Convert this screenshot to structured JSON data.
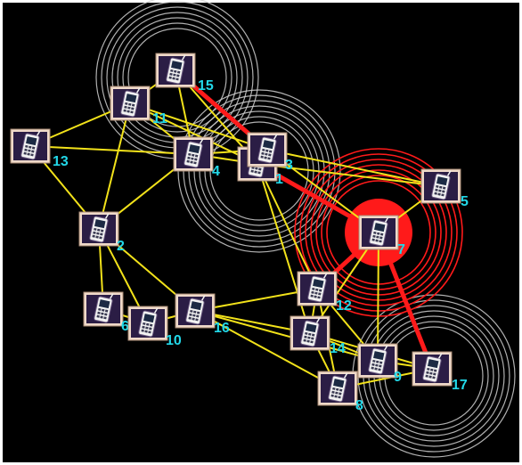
{
  "diagram": {
    "background": "#000000",
    "frame_color": "#ffffff",
    "edge_color": "#f2e21a",
    "highlight_color": "#ff1a1a",
    "label_color": "#22d8e8",
    "phone_icon": "mobile-phone-icon",
    "nodes": [
      {
        "id": "1",
        "label": "1"
      },
      {
        "id": "2",
        "label": "2"
      },
      {
        "id": "3",
        "label": "3"
      },
      {
        "id": "4",
        "label": "4"
      },
      {
        "id": "5",
        "label": "5"
      },
      {
        "id": "6",
        "label": "6"
      },
      {
        "id": "7",
        "label": "7"
      },
      {
        "id": "8",
        "label": "8"
      },
      {
        "id": "9",
        "label": "9"
      },
      {
        "id": "10",
        "label": "10"
      },
      {
        "id": "11",
        "label": "11"
      },
      {
        "id": "12",
        "label": "12"
      },
      {
        "id": "13",
        "label": "13"
      },
      {
        "id": "14",
        "label": "14"
      },
      {
        "id": "15",
        "label": "15"
      },
      {
        "id": "16",
        "label": "16"
      },
      {
        "id": "17",
        "label": "17"
      }
    ],
    "edges": [
      [
        "15",
        "11"
      ],
      [
        "15",
        "4"
      ],
      [
        "15",
        "3"
      ],
      [
        "15",
        "1"
      ],
      [
        "11",
        "13"
      ],
      [
        "11",
        "4"
      ],
      [
        "11",
        "3"
      ],
      [
        "11",
        "1"
      ],
      [
        "11",
        "2"
      ],
      [
        "13",
        "4"
      ],
      [
        "13",
        "2"
      ],
      [
        "4",
        "3"
      ],
      [
        "4",
        "1"
      ],
      [
        "4",
        "2"
      ],
      [
        "3",
        "1"
      ],
      [
        "3",
        "5"
      ],
      [
        "3",
        "7"
      ],
      [
        "1",
        "5"
      ],
      [
        "1",
        "12"
      ],
      [
        "1",
        "14"
      ],
      [
        "2",
        "6"
      ],
      [
        "2",
        "10"
      ],
      [
        "2",
        "16"
      ],
      [
        "6",
        "10"
      ],
      [
        "10",
        "16"
      ],
      [
        "16",
        "12"
      ],
      [
        "16",
        "14"
      ],
      [
        "16",
        "8"
      ],
      [
        "16",
        "9"
      ],
      [
        "12",
        "14"
      ],
      [
        "12",
        "8"
      ],
      [
        "12",
        "7"
      ],
      [
        "12",
        "9"
      ],
      [
        "14",
        "8"
      ],
      [
        "14",
        "9"
      ],
      [
        "14",
        "17"
      ],
      [
        "14",
        "7"
      ],
      [
        "8",
        "9"
      ],
      [
        "8",
        "17"
      ],
      [
        "9",
        "17"
      ],
      [
        "9",
        "7"
      ],
      [
        "7",
        "5"
      ]
    ],
    "highlight_edges": [
      [
        "15",
        "3"
      ],
      [
        "1",
        "7"
      ],
      [
        "7",
        "17"
      ],
      [
        "7",
        "12"
      ]
    ],
    "plain_wave_nodes": [
      "15",
      "1",
      "17"
    ],
    "active_wave_node": "7"
  }
}
